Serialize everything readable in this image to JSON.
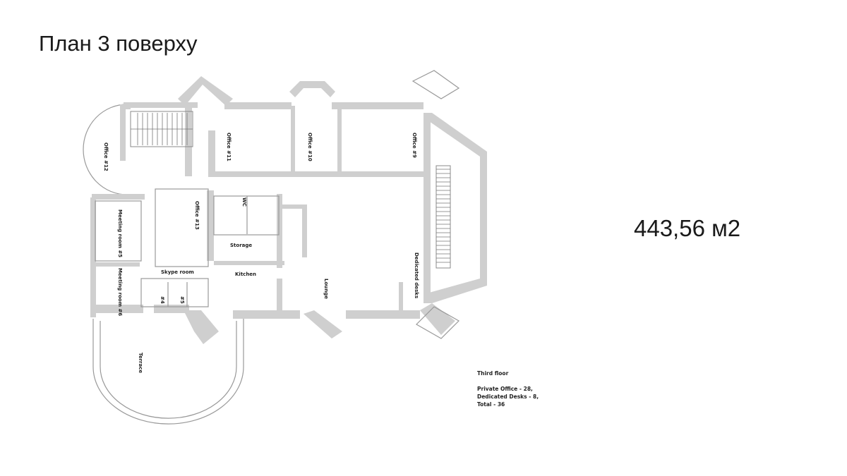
{
  "title": "План 3 поверху",
  "area": "443,56 м2",
  "rooms": {
    "office12": "Office #12",
    "office11": "Office #11",
    "office10": "Office #10",
    "office9": "Office #9",
    "office13": "Office #13",
    "wc": "WC",
    "storage": "Storage",
    "kitchen": "Kitchen",
    "skype": "Skype room",
    "meeting5": "Meeting room #5",
    "meeting6": "Meeting room #6",
    "booth4": "#4",
    "booth5": "#5",
    "lounge": "Lounge",
    "dedicated": "Dedicated desks",
    "terrace": "Terrace"
  },
  "note": {
    "heading": "Third floor",
    "private": "Private Office - 28,",
    "dedicated": "Dedicated Desks - 8,",
    "total": "Total - 36"
  }
}
